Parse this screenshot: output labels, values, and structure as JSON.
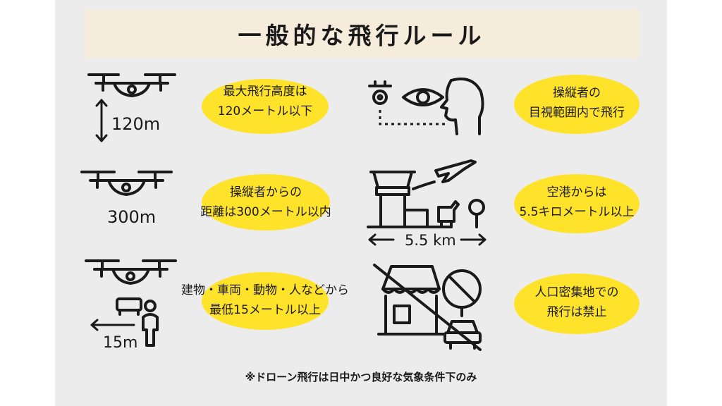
{
  "title": "一般的な飛行ルール",
  "rules": [
    {
      "id": "altitude",
      "text_lines": [
        "最大飛行高度は",
        "120メートル以下"
      ],
      "icon_label": "120m"
    },
    {
      "id": "distance",
      "text_lines": [
        "操縦者からの",
        "距離は300メートル以内"
      ],
      "icon_label": "300m"
    },
    {
      "id": "clearance",
      "text_lines": [
        "建物・車両・動物・人などから",
        "最低15メートル以上"
      ],
      "icon_label": "15m"
    },
    {
      "id": "line-of-sight",
      "text_lines": [
        "操縦者の",
        "目視範囲内で飛行"
      ]
    },
    {
      "id": "airport",
      "text_lines": [
        "空港からは",
        "5.5キロメートル以上"
      ],
      "icon_label": "5.5 km"
    },
    {
      "id": "dense-area",
      "text_lines": [
        "人口密集地での",
        "飛行は禁止"
      ]
    }
  ],
  "footnote": "※ドローン飛行は日中かつ良好な気象条件下のみ",
  "colors": {
    "highlight": "#ffe32b",
    "card": "#ececec",
    "title_band": "#f6ecdc",
    "ink": "#1a1a1a"
  }
}
